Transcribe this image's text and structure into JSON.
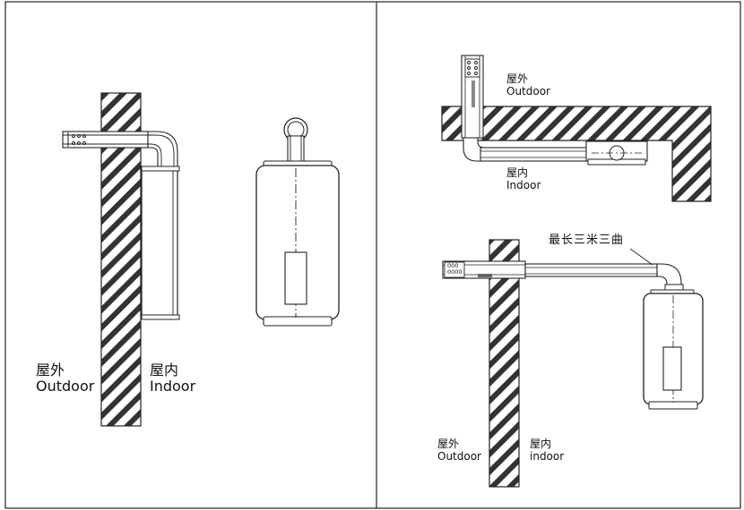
{
  "panel_left": {
    "outdoor_cn": "屋外",
    "outdoor_en": "Outdoor",
    "indoor_cn": "屋内",
    "indoor_en": "Indoor"
  },
  "panel_right_top": {
    "outdoor_cn": "屋外",
    "outdoor_en": "Outdoor",
    "indoor_cn": "屋内",
    "indoor_en": "Indoor"
  },
  "panel_right_bottom": {
    "max_length_note": "最长三米三曲",
    "vent_text": "000\n0000",
    "outdoor_cn": "屋外",
    "outdoor_en": "Outdoor",
    "indoor_cn": "屋内",
    "indoor_en": "indoor"
  },
  "colors": {
    "line": "#222222",
    "background": "#ffffff"
  }
}
